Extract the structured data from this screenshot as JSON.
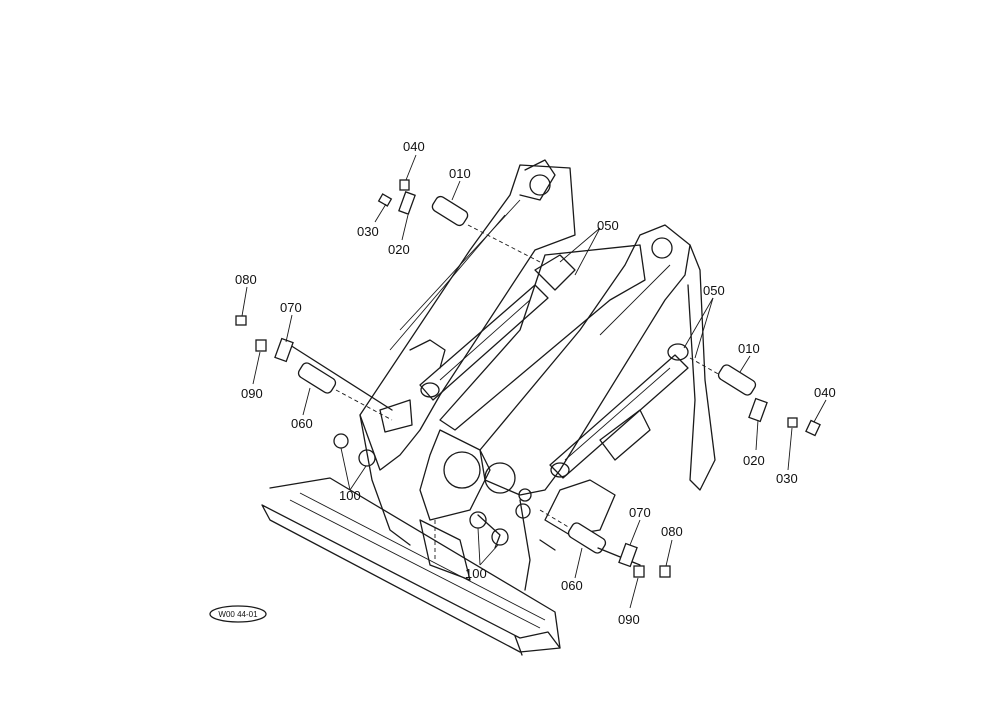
{
  "diagram_id": "W00 44-01",
  "callouts": {
    "c040_top": "040",
    "c010_top": "010",
    "c030_top": "030",
    "c020_top": "020",
    "c050_top": "050",
    "c080_left": "080",
    "c070_left": "070",
    "c090_left": "090",
    "c060_left": "060",
    "c100_left": "100",
    "c050_right": "050",
    "c010_right": "010",
    "c040_right": "040",
    "c020_right": "020",
    "c030_right": "030",
    "c070_bottom": "070",
    "c080_bottom": "080",
    "c060_bottom": "060",
    "c090_bottom": "090",
    "c100_bottom": "100"
  }
}
